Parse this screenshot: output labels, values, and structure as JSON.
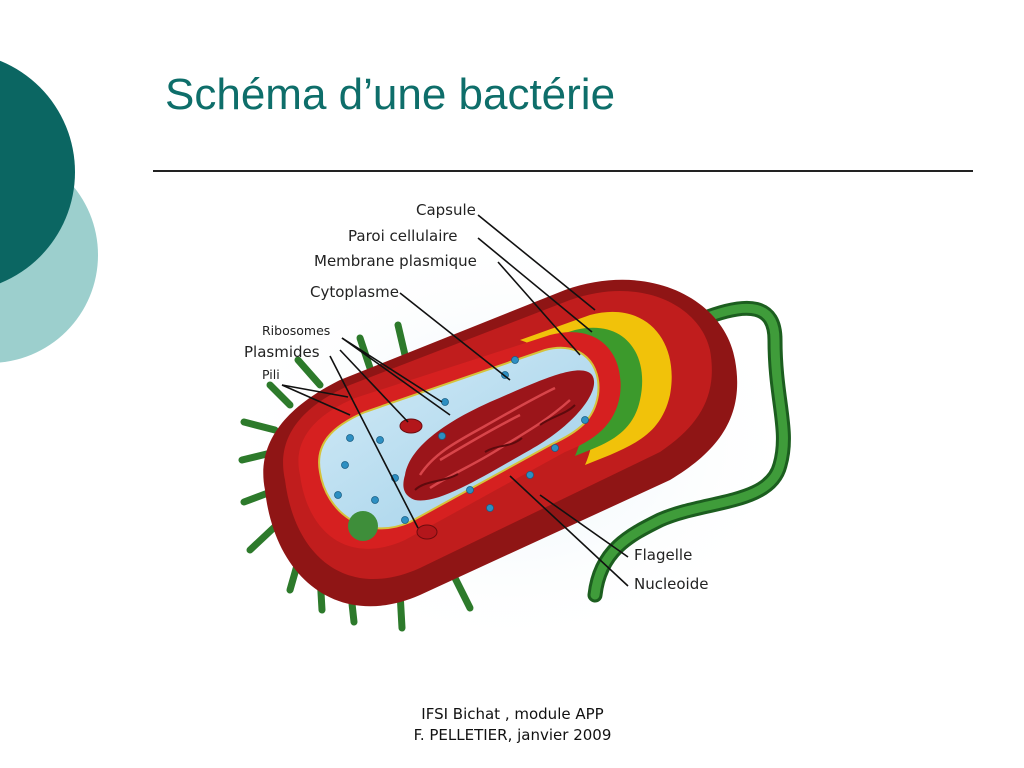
{
  "slide": {
    "title": "Schéma d’une bactérie"
  },
  "diagram": {
    "labels": {
      "capsule": "Capsule",
      "paroi_cellulaire": "Paroi cellulaire",
      "membrane_plasmique": "Membrane plasmique",
      "cytoplasme": "Cytoplasme",
      "ribosomes": "Ribosomes",
      "plasmides": "Plasmides",
      "pili": "Pili",
      "flagelle": "Flagelle",
      "nucleoide": "Nucleoide"
    }
  },
  "footer": {
    "line1": "IFSI Bichat , module APP",
    "line2": "F. PELLETIER, janvier 2009"
  },
  "colors": {
    "title": "#0e6e6a",
    "deco_dark": "#0b6662",
    "deco_light": "#9ccfcd",
    "capsule": "#b21a1a",
    "cell_wall": "#f1c20a",
    "membrane": "#3c9a2c",
    "cytoplasm": "#b9dcef",
    "nucleoid": "#a3161b",
    "flagellum": "#2f8a2f"
  }
}
